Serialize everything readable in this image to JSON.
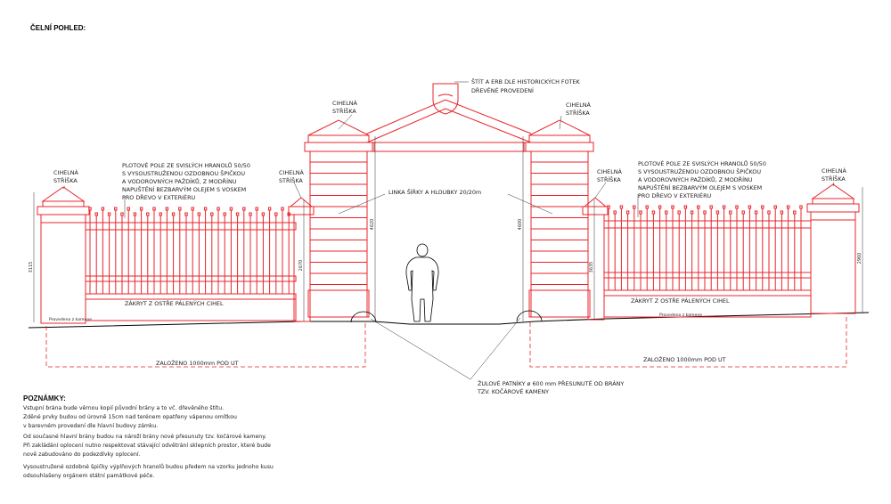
{
  "title": "ČELNÍ POHLED:",
  "labels": {
    "shield": [
      "ŠTÍT A ERB DLE HISTORICKÝCH FOTEK",
      "DŘEVĚNÉ PROVEDENÍ"
    ],
    "roof_gate": [
      "CIHELNÁ",
      "STŘÍŠKA"
    ],
    "field_left": [
      "PLOTOVÉ POLE ZE SVISLÝCH HRANOLŮ 50/50",
      "S VYSOUSTRUŽENOU OZDOBNOU ŠPIČKOU",
      "A VODOROVNÝCH PAŽDÍKŮ, Z MODŘÍNU",
      "NAPUŠTĚNÍ BEZBARVÝM  OLEJEM S VOSKEM",
      "PRO DŘEVO V EXTERIÉRU"
    ],
    "field_right": [
      "PLOTOVÉ POLE ZE SVISLÝCH HRANOLŮ 50/50",
      "S VYSOUSTRUŽENOU OZDOBNOU ŠPIČKOU",
      "A VODOROVNÝCH PAŽDÍKŮ, Z MODŘÍNU",
      "NAPUŠTĚNÍ BEZBARVÝM  OLEJEM S VOSKEM",
      "PRO DŘEVO V EXTERIÉRU"
    ],
    "line": "LINKA ŠÍŘKY A HLOUBKY 20/20m",
    "cover": "ZÁKRYT Z OSTŘE PÁLENÝCH CIHEL",
    "ground": "Provedeno z kamene",
    "foundation": "ZALOŽENO 1000mm POD UT",
    "stones": [
      "ŽULOVÉ PATNÍKY ø 600 mm PŘESUNUTÉ OD BRÁNY",
      "TZV. KOČÁROVÉ KAMENY"
    ]
  },
  "dimensions": {
    "d1": "3115",
    "d2": "2670",
    "d3": "4620",
    "d4": "4600",
    "d5": "3635",
    "d6": "2960"
  },
  "notes": {
    "heading": "POZNÁMKY:",
    "lines": [
      "Vstupní brána bude věrnou kopií původní brány a to vč. dřevěného štítu.",
      "Zděné prvky budou od úrovně 15cm nad terénem opatřeny vápenou omítkou",
      "v barevném provedení dle hlavní budovy zámku.",
      "Od současné hlavní brány budou na nároží brány nové přesunuty tzv. kočárové kameny.",
      "Při zakládání oplocení nutno respektovat stávající odvětrání sklepních prostor, které bude",
      "nově zabudováno do podezdívky oplocení.",
      "Vysoustružené ozdobné špičky výplňových hranolů budou předem na vzorku jednoho kusu",
      "odsouhlašeny orgánem státní památkové péče."
    ]
  },
  "colors": {
    "structure": "#e8242b",
    "ink": "#222222",
    "ground": "#000000"
  }
}
